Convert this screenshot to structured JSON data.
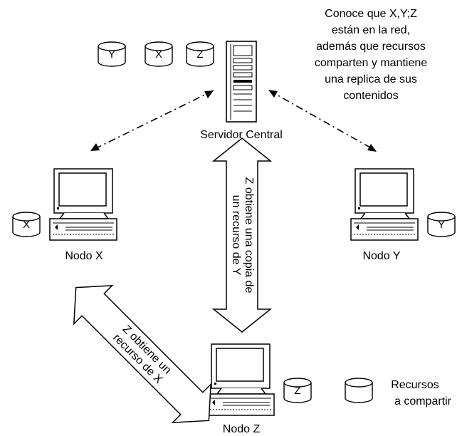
{
  "server": {
    "label": "Servidor Central",
    "note_lines": [
      "Conoce que X,Y;Z",
      "están en la red,",
      "además que recursos",
      "comparten y mantiene",
      "una replica de sus",
      "contenidos"
    ],
    "replicas": [
      "Y",
      "X",
      "Z"
    ]
  },
  "nodes": {
    "x": {
      "label": "Nodo X",
      "resource": "X"
    },
    "y": {
      "label": "Nodo Y",
      "resource": "Y"
    },
    "z": {
      "label": "Nodo Z",
      "resource": "Z"
    }
  },
  "arrows": {
    "vertical_lines": [
      "Z obtiene una copia de",
      "un recurso de Y"
    ],
    "diagonal_lines": [
      "Z obtiene un",
      "recurso de X"
    ]
  },
  "legend": {
    "lines": [
      "Recursos",
      "a compartir"
    ]
  }
}
